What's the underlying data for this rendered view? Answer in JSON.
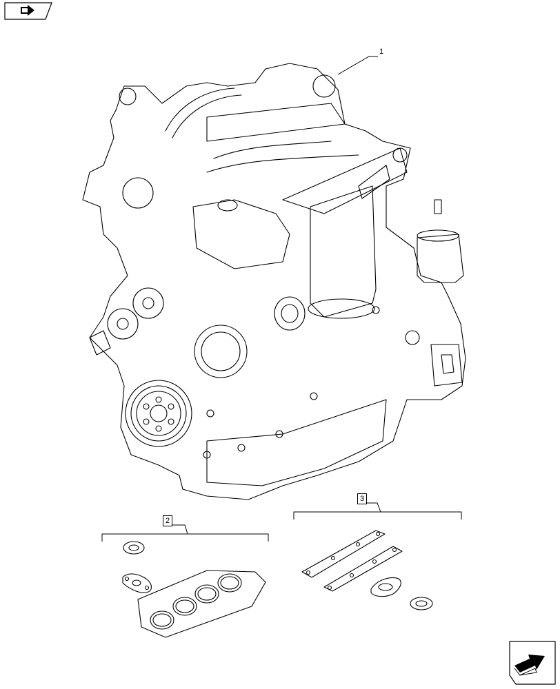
{
  "callouts": {
    "engine": "1",
    "gasket_kit_left": "2",
    "gasket_kit_right": "3"
  },
  "icons": {
    "top_left": "book-arrow-icon",
    "bottom_right": "next-page-arrow-icon"
  },
  "colors": {
    "line": "#000000",
    "background": "#ffffff"
  }
}
